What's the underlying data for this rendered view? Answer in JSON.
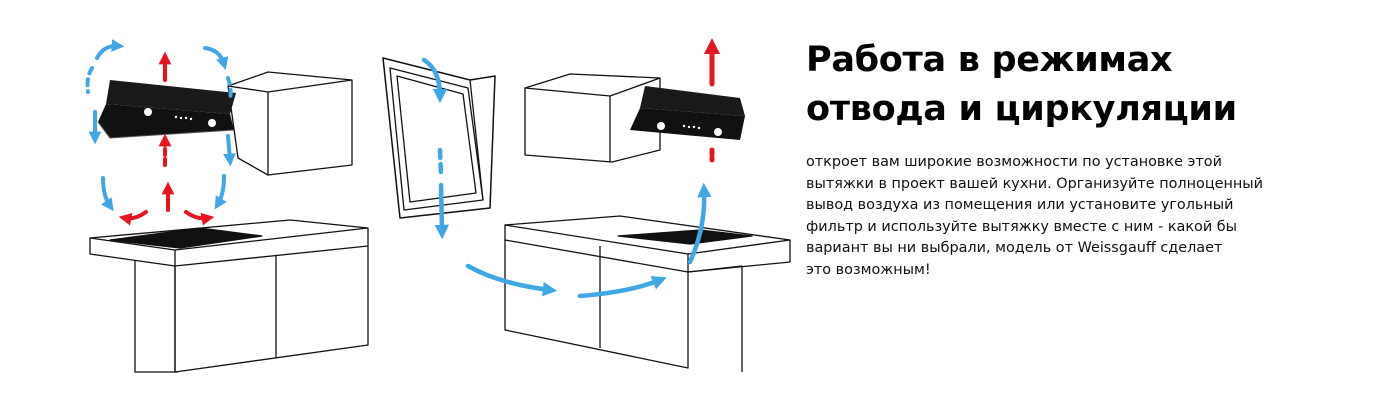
{
  "heading": {
    "line1": "Работа в режимах",
    "line2": "отвода и циркуляции"
  },
  "body": {
    "lines": [
      "откроет вам широкие возможности по установке этой",
      "вытяжки в проект вашей кухни. Организуйте полноценный",
      "вывод воздуха из помещения или установите угольный",
      "фильтр и используйте вытяжку вместе с ним - какой бы",
      "вариант вы ни выбрали, модель от Weissgauff сделает",
      "это возможным!"
    ]
  },
  "colors": {
    "airflow_blue": "#3fa7e6",
    "exhaust_red": "#e8141f",
    "hood_black": "#1a1a1a",
    "outline": "#111111",
    "text": "#111111"
  },
  "icons": [
    "range-hood-icon",
    "airflow-arrow-icon",
    "exhaust-arrow-icon",
    "window-icon",
    "cabinet-icon",
    "countertop-icon"
  ]
}
